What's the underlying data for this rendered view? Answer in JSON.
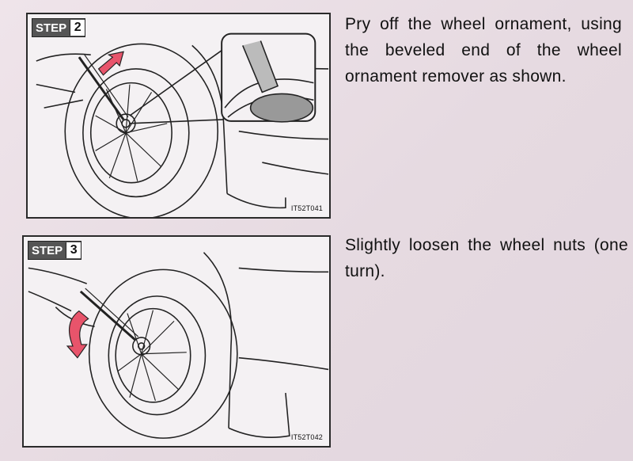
{
  "steps": [
    {
      "label": "STEP",
      "number": "2",
      "instruction": "Pry off the wheel ornament, using the beveled end of the wheel ornament remover as shown.",
      "figure_code": "IT52T041",
      "arrow_color": "#e8546b"
    },
    {
      "label": "STEP",
      "number": "3",
      "instruction": "Slightly loosen the wheel nuts (one turn).",
      "figure_code": "IT52T042",
      "arrow_color": "#e8546b"
    }
  ]
}
